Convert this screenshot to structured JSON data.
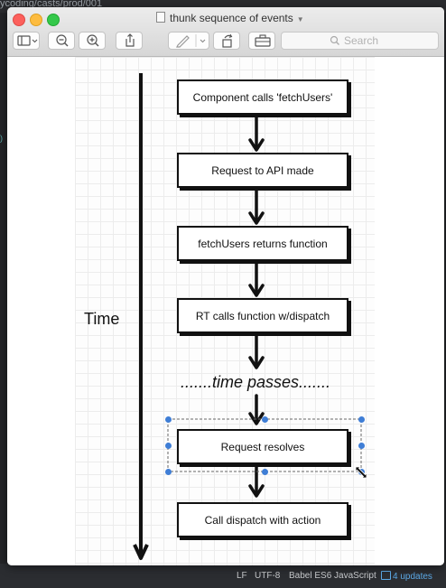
{
  "background_app": {
    "path": "ycoding/casts/prod/001",
    "status_bar": {
      "line_ending": "LF",
      "encoding": "UTF-8",
      "grammar": "Babel ES6 JavaScript",
      "updates": "4 updates"
    }
  },
  "window": {
    "title": "thunk sequence of events",
    "search_placeholder": "Search",
    "toolbar_icons": [
      "sidebar-icon",
      "zoom-out-icon",
      "zoom-in-icon",
      "share-icon",
      "markup-pen-icon",
      "rotate-icon",
      "toolbox-icon"
    ]
  },
  "diagram": {
    "time_label": "Time",
    "steps": [
      "Component calls 'fetchUsers'",
      "Request to API made",
      "fetchUsers returns function",
      "RT calls function w/dispatch",
      "Request resolves",
      "Call dispatch with action"
    ],
    "time_passes_label": ".......time passes......."
  }
}
